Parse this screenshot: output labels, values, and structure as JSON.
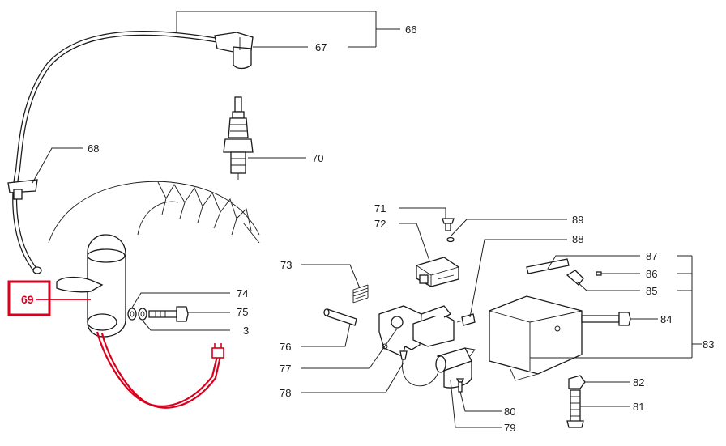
{
  "highlight": {
    "label": "69",
    "color": "#d8001d"
  },
  "labels": {
    "l66": "66",
    "l67": "67",
    "l68": "68",
    "l70": "70",
    "l71": "71",
    "l72": "72",
    "l73": "73",
    "l74": "74",
    "l75": "75",
    "l3": "3",
    "l76": "76",
    "l77": "77",
    "l78": "78",
    "l79": "79",
    "l80": "80",
    "l81": "81",
    "l82": "82",
    "l83": "83",
    "l84": "84",
    "l85": "85",
    "l86": "86",
    "l87": "87",
    "l88": "88",
    "l89": "89"
  }
}
